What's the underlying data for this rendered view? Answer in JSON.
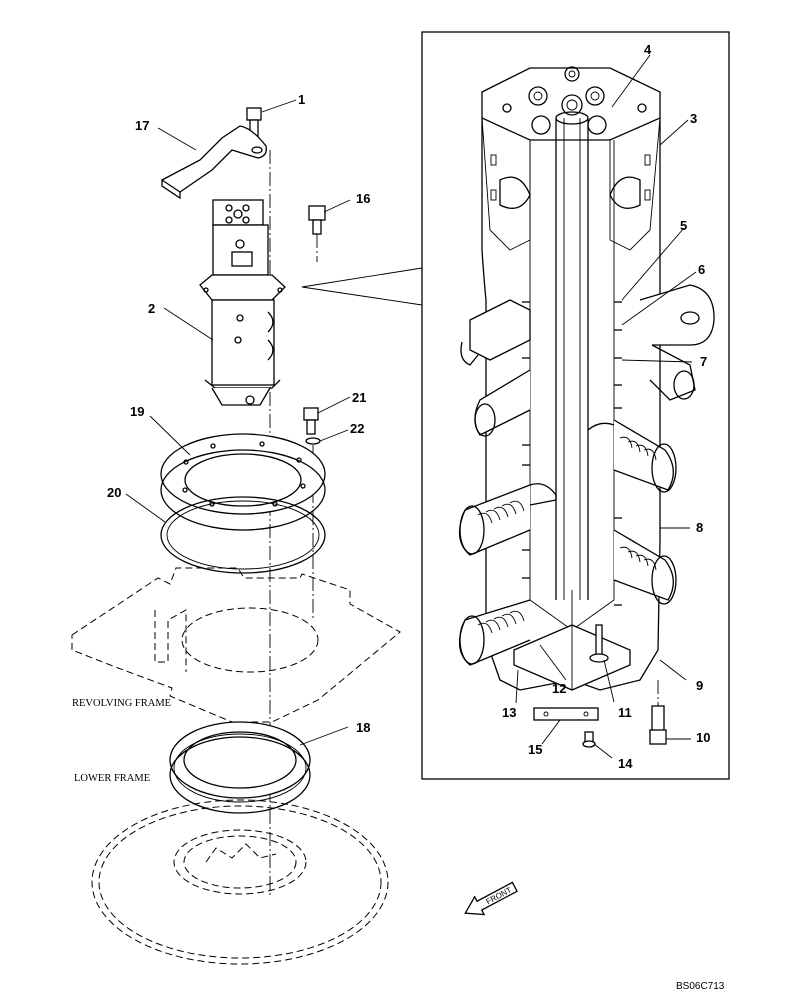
{
  "callouts": {
    "c1": "1",
    "c2": "2",
    "c3": "3",
    "c4": "4",
    "c5": "5",
    "c6": "6",
    "c7": "7",
    "c8": "8",
    "c9": "9",
    "c10": "10",
    "c11": "11",
    "c12": "12",
    "c13": "13",
    "c14": "14",
    "c15": "15",
    "c16": "16",
    "c17": "17",
    "c18": "18",
    "c19": "19",
    "c20": "20",
    "c21": "21",
    "c22": "22"
  },
  "labels": {
    "revolving_frame": "REVOLVING FRAME",
    "lower_frame": "LOWER FRAME",
    "front_arrow": "FRONT",
    "drawing_code": "BS06C713"
  }
}
